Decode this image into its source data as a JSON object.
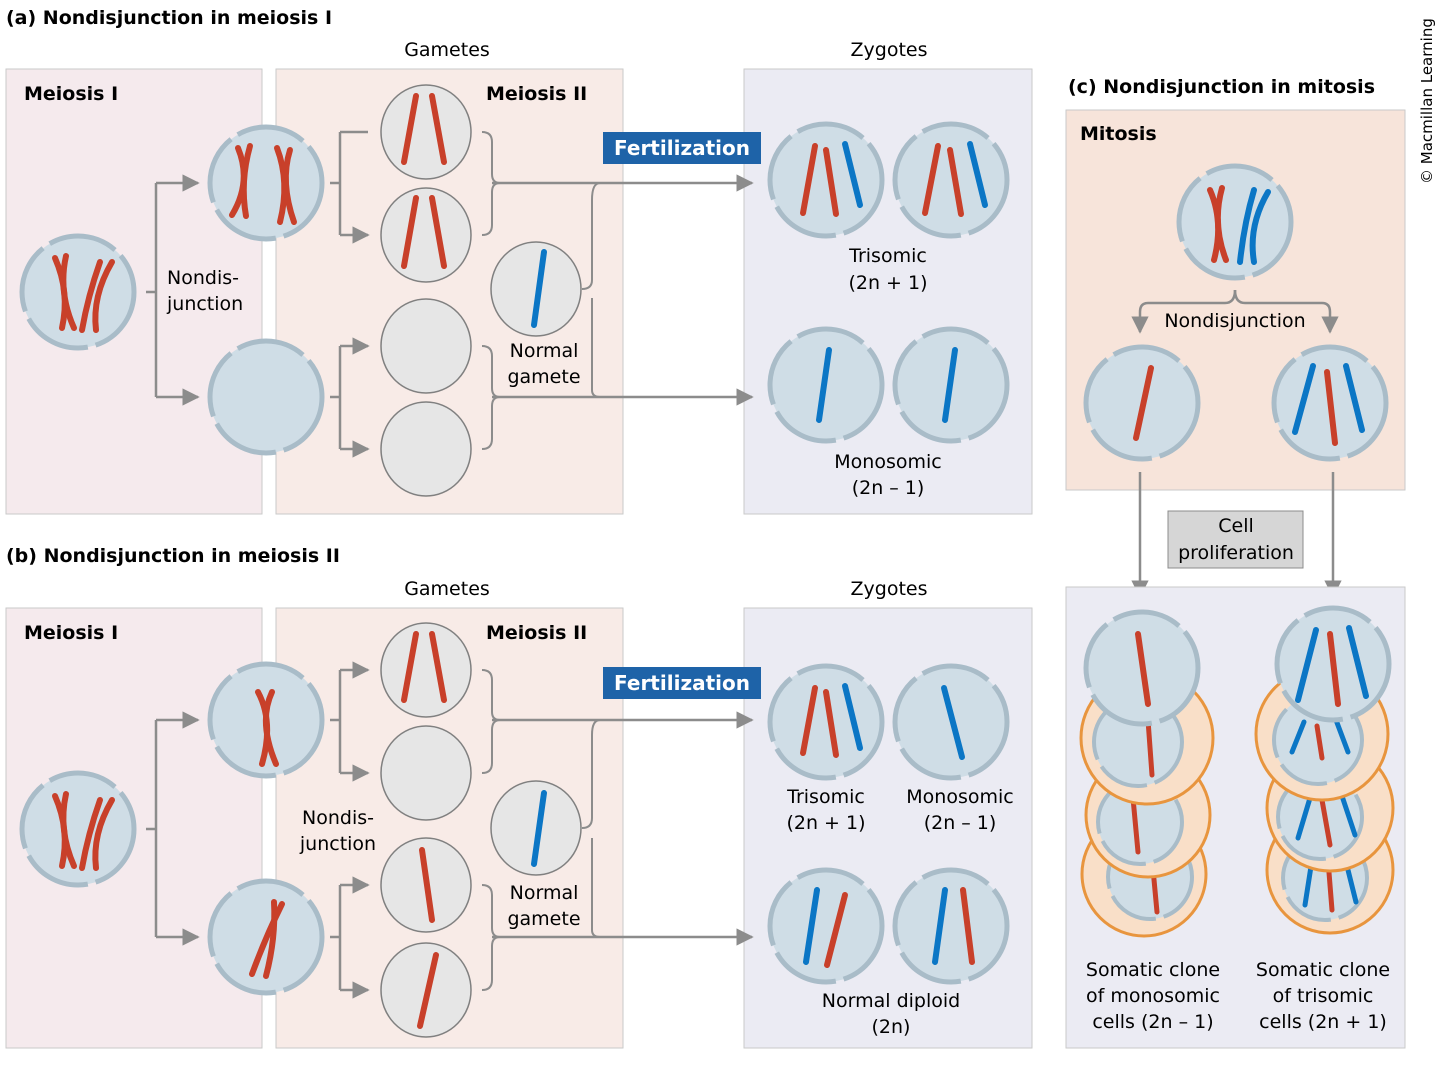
{
  "copyright": "© Macmillan Learning",
  "colors": {
    "maternal_red": "#c8402a",
    "paternal_blue": "#0b76c5",
    "cell_fill": "#cfdde6",
    "cell_rim": "#a9bcc8",
    "gamete_fill": "#e6e6e6",
    "gamete_rim": "#808080",
    "meiosis1_panel": "#f5eaed",
    "meiosis2_panel": "#f8ebe7",
    "zygote_panel": "#ebebf3",
    "mitosis_panel": "#f7e4da",
    "clone_panel": "#ebebf3",
    "fertilization_bg": "#1e63a8",
    "clone_ring": "#e8953e",
    "clone_ring_fill": "#f9dfc8",
    "arrow": "#8c8c8c",
    "proliferation_box": "#d6d6d6"
  },
  "panel_a": {
    "title": "(a) Nondisjunction in meiosis I",
    "gametes_header": "Gametes",
    "zygotes_header": "Zygotes",
    "meiosis1_label": "Meiosis I",
    "meiosis2_label": "Meiosis II",
    "nondisjunction_line1": "Nondis-",
    "nondisjunction_line2": "junction",
    "fertilization_label": "Fertilization",
    "normal_gamete_line1": "Normal",
    "normal_gamete_line2": "gamete",
    "trisomic_label": "Trisomic",
    "trisomic_formula": "(2n + 1)",
    "monosomic_label": "Monosomic",
    "monosomic_formula": "(2n – 1)"
  },
  "panel_b": {
    "title": "(b) Nondisjunction in meiosis II",
    "gametes_header": "Gametes",
    "zygotes_header": "Zygotes",
    "meiosis1_label": "Meiosis I",
    "meiosis2_label": "Meiosis II",
    "nondisjunction_line1": "Nondis-",
    "nondisjunction_line2": "junction",
    "fertilization_label": "Fertilization",
    "normal_gamete_line1": "Normal",
    "normal_gamete_line2": "gamete",
    "trisomic_label": "Trisomic",
    "trisomic_formula": "(2n + 1)",
    "monosomic_label": "Monosomic",
    "monosomic_formula": "(2n – 1)",
    "diploid_label": "Normal diploid",
    "diploid_formula": "(2n)"
  },
  "panel_c": {
    "title": "(c) Nondisjunction in mitosis",
    "mitosis_label": "Mitosis",
    "nondisjunction_label": "Nondisjunction",
    "proliferation_line1": "Cell",
    "proliferation_line2": "proliferation",
    "clone_mono_line1": "Somatic clone",
    "clone_mono_line2": "of monosomic",
    "clone_mono_line3": "cells (2n – 1)",
    "clone_tri_line1": "Somatic clone",
    "clone_tri_line2": "of trisomic",
    "clone_tri_line3": "cells (2n + 1)"
  }
}
